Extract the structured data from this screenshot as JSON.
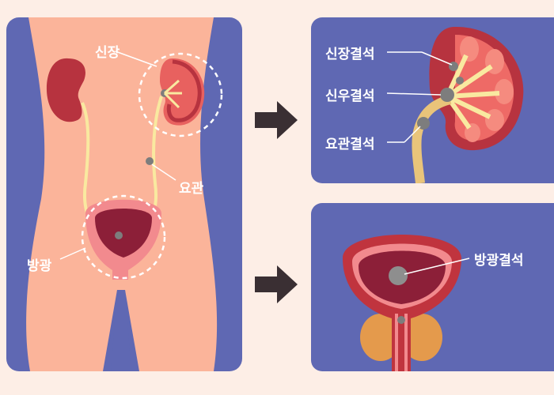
{
  "left": {
    "kidney_label": "신장",
    "ureter_label": "요관",
    "bladder_label": "방광"
  },
  "kidney_detail": {
    "stone_kidney_label": "신장결석",
    "stone_pelvis_label": "신우결석",
    "stone_ureter_label": "요관결석"
  },
  "bladder_detail": {
    "stone_bladder_label": "방광결석"
  },
  "colors": {
    "panel_bg": "#5f68b3",
    "skin": "#fbb49a",
    "kidney": "#b7333f",
    "ureter": "#f9e9a0",
    "stone": "#7d7d7d"
  }
}
